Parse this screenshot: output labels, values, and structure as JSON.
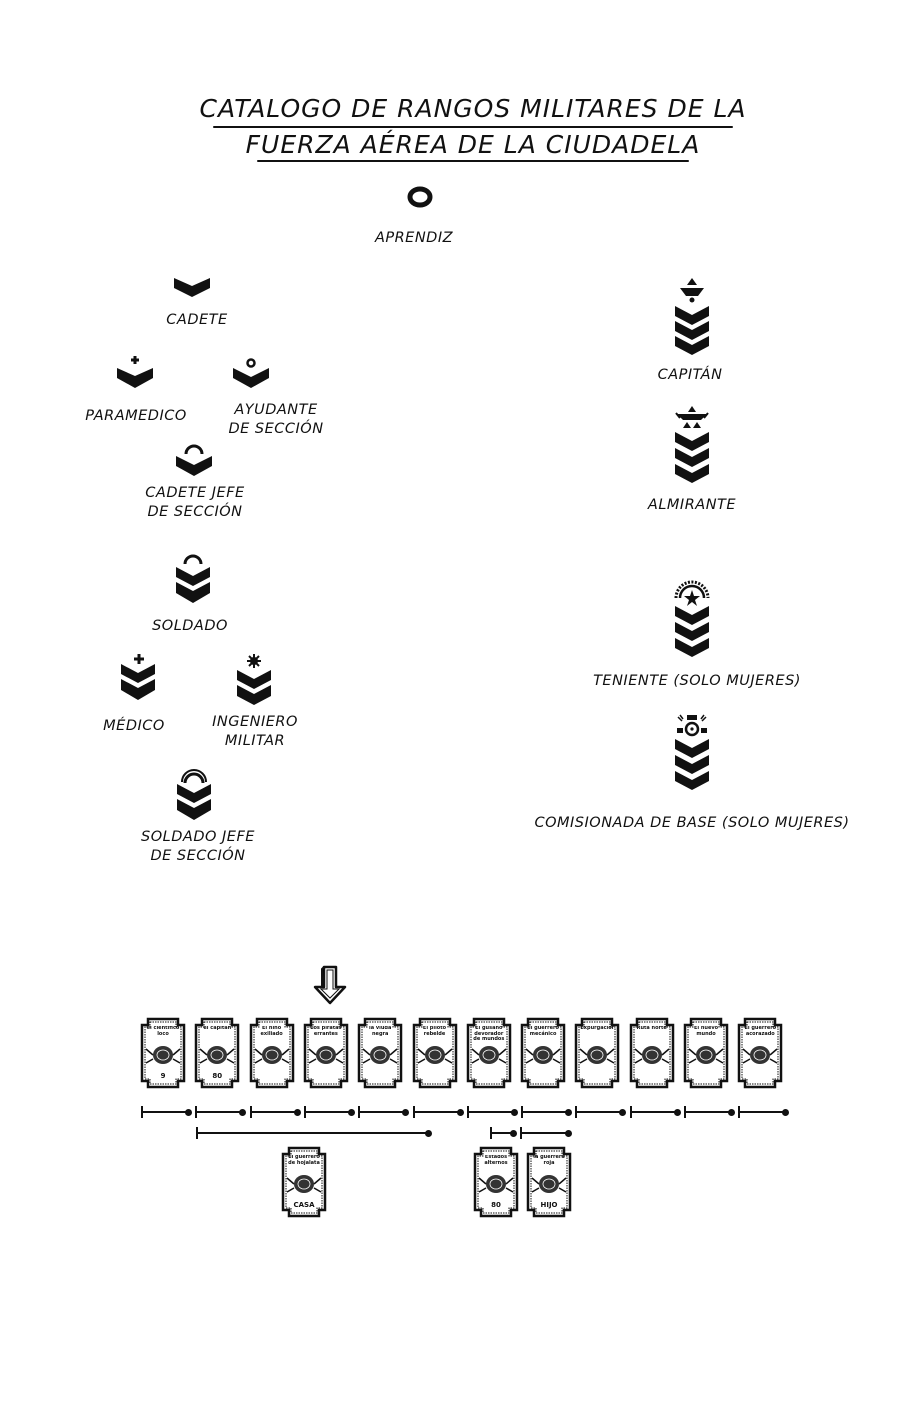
{
  "title": {
    "line1": "CATALOGO DE RANGOS MILITARES DE LA",
    "line2": "FUERZA AÉREA DE LA CIUDADELA"
  },
  "ranks": {
    "aprendiz": {
      "label": "APRENDIZ",
      "icon": "ring-icon"
    },
    "cadete": {
      "label": "CADETE",
      "icon": "single-chevron-icon"
    },
    "paramedico": {
      "label": "PARAMEDICO",
      "icon": "chevron-cross-icon"
    },
    "ayudante": {
      "label": "AYUDANTE\nDE SECCIÓN",
      "icon": "chevron-circle-icon"
    },
    "cadete_jefe": {
      "label": "CADETE JEFE\nDE SECCIÓN",
      "icon": "chevron-arch-icon"
    },
    "soldado": {
      "label": "SOLDADO",
      "icon": "double-chevron-arch-icon"
    },
    "medico": {
      "label": "MÉDICO",
      "icon": "double-chevron-cross-icon"
    },
    "ingeniero": {
      "label": "INGENIERO\nMILITAR",
      "icon": "double-chevron-gear-icon"
    },
    "soldado_jefe": {
      "label": "SOLDADO JEFE\nDE SECCIÓN",
      "icon": "double-chevron-double-arch-icon"
    },
    "capitan": {
      "label": "CAPITÁN",
      "icon": "triple-chevron-hat-icon"
    },
    "almirante": {
      "label": "ALMIRANTE",
      "icon": "triple-chevron-crown-icon"
    },
    "teniente": {
      "label": "TENIENTE (SOLO MUJERES)",
      "icon": "triple-chevron-sun-star-icon"
    },
    "comisionada": {
      "label": "COMISIONADA DE BASE (SOLO MUJERES)",
      "icon": "triple-chevron-target-icon"
    }
  },
  "cards_main": [
    {
      "title": "el científico loco",
      "footer": "9",
      "creature": "moth"
    },
    {
      "title": "el capitan",
      "footer": "80",
      "creature": "grub"
    },
    {
      "title": "El niño exiliado",
      "footer": "",
      "creature": "cockroach"
    },
    {
      "title": "Los piratas errantes",
      "footer": "",
      "creature": "crab"
    },
    {
      "title": "la viuda negra",
      "footer": "",
      "creature": "spider"
    },
    {
      "title": "El piloto rebelde",
      "footer": "",
      "creature": "wasp"
    },
    {
      "title": "El gusano devorador de mundos",
      "footer": "",
      "creature": "caterpillar"
    },
    {
      "title": "El guerrero mecánico",
      "footer": "",
      "creature": "mantis"
    },
    {
      "title": "Expurgación",
      "footer": "",
      "creature": "tarantula"
    },
    {
      "title": "Ruta norte",
      "footer": "",
      "creature": "scorpion"
    },
    {
      "title": "El nuevo mundo",
      "footer": "",
      "creature": "larva"
    },
    {
      "title": "El guerrero acorazado",
      "footer": "",
      "creature": "woodlouse"
    }
  ],
  "cards_branch": [
    {
      "title": "El guerrero de hojalata",
      "footer": "CASA",
      "creature": "beetle"
    },
    {
      "title": "Estados alternos",
      "footer": "80",
      "creature": "frog"
    },
    {
      "title": "la guerrera roja",
      "footer": "HIJO",
      "creature": "snail"
    }
  ],
  "current_marker": {
    "icon": "down-arrow-icon",
    "card_index": 3
  }
}
